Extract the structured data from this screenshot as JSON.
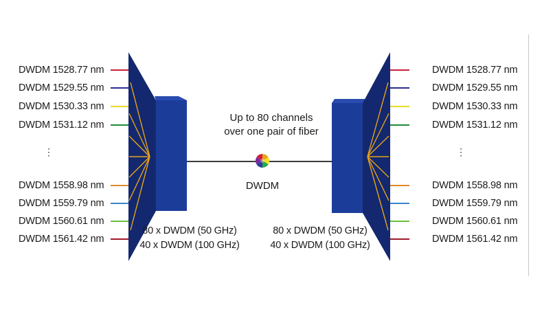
{
  "left_mux": {
    "channels": [
      {
        "label": "DWDM  1528.77 nm",
        "color": "#c8203a"
      },
      {
        "label": "DWDM  1529.55 nm",
        "color": "#2c2f8f"
      },
      {
        "label": "DWDM  1530.33 nm",
        "color": "#e6dc1e"
      },
      {
        "label": "DWDM  1531.12 nm",
        "color": "#1f8a3a"
      },
      {
        "label": "DWDM  1558.98 nm",
        "color": "#e08a2a"
      },
      {
        "label": "DWDM  1559.79 nm",
        "color": "#3b86c8"
      },
      {
        "label": "DWDM  1560.61 nm",
        "color": "#6cbf3c"
      },
      {
        "label": "DWDM  1561.42 nm",
        "color": "#a0182a"
      }
    ],
    "ellipsis": "⋮",
    "spec_lines": [
      "80 x DWDM (50 GHz)",
      "40 x DWDM (100 GHz)"
    ]
  },
  "right_mux": {
    "channels": [
      {
        "label": "DWDM  1528.77 nm",
        "color": "#c8203a"
      },
      {
        "label": "DWDM  1529.55 nm",
        "color": "#2c2f8f"
      },
      {
        "label": "DWDM  1530.33 nm",
        "color": "#e6dc1e"
      },
      {
        "label": "DWDM  1531.12 nm",
        "color": "#1f8a3a"
      },
      {
        "label": "DWDM  1558.98 nm",
        "color": "#e08a2a"
      },
      {
        "label": "DWDM  1559.79 nm",
        "color": "#3b86c8"
      },
      {
        "label": "DWDM  1560.61 nm",
        "color": "#6cbf3c"
      },
      {
        "label": "DWDM  1561.42 nm",
        "color": "#a0182a"
      }
    ],
    "ellipsis": "⋮",
    "spec_lines": [
      "80 x DWDM (50 GHz)",
      "40 x DWDM (100 GHz)"
    ]
  },
  "link": {
    "caption_lines": [
      "Up to 80 channels",
      "over one pair of fiber"
    ],
    "label": "DWDM"
  },
  "colors": {
    "mux_front": "#1c3c9a",
    "mux_side": "#13286e",
    "mux_top": "#2a4cb0",
    "fan_lines": "#e8a21c",
    "fiber": "#3a3a3a"
  }
}
